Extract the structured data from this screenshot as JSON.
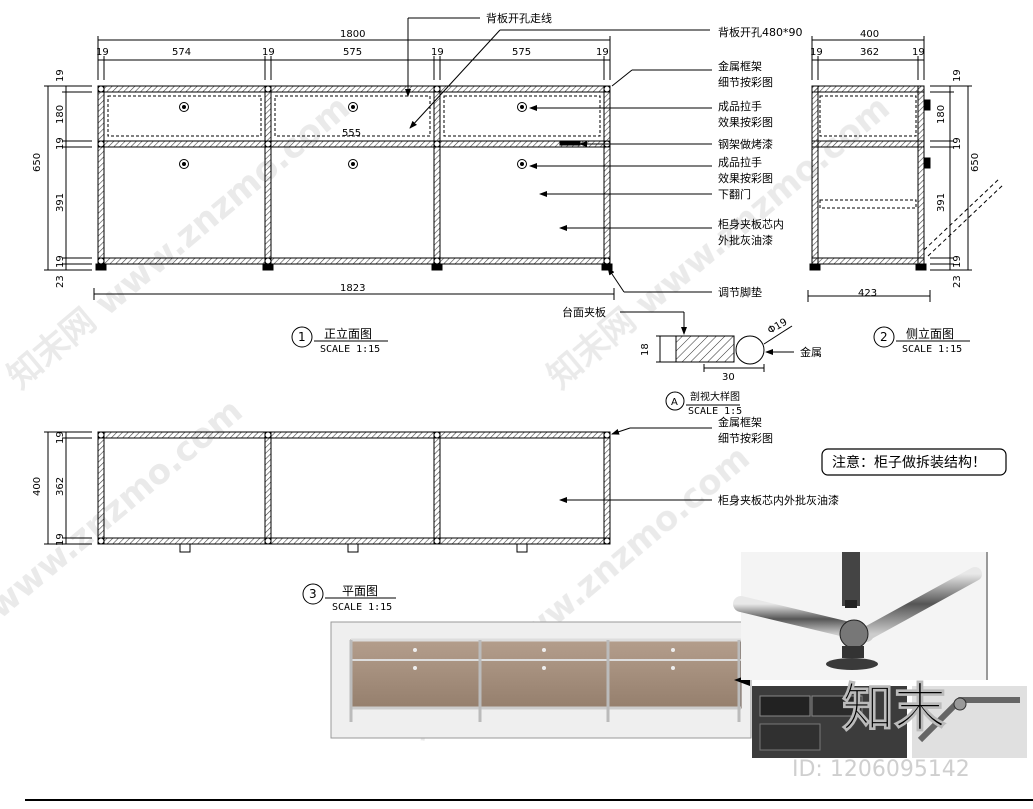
{
  "front": {
    "dims_top": {
      "total": "1800",
      "a": "19",
      "b": "574",
      "c": "19",
      "d": "575",
      "e": "19",
      "f": "575",
      "g": "19"
    },
    "dims_left": {
      "total": "650",
      "a": "19",
      "b": "180",
      "c": "19",
      "d": "391",
      "e": "19",
      "f": "23"
    },
    "dim_bottom": "1823",
    "dim_inner": "555",
    "title": {
      "num": "1",
      "name": "正立面图",
      "scale": "SCALE 1:15"
    }
  },
  "side": {
    "dims_top": {
      "total": "400",
      "a": "19",
      "b": "362",
      "c": "19"
    },
    "dims_right": {
      "total": "650",
      "a": "19",
      "b": "180",
      "c": "19",
      "d": "391",
      "e": "19",
      "f": "23"
    },
    "dim_bottom": "423",
    "title": {
      "num": "2",
      "name": "侧立面图",
      "scale": "SCALE 1:15"
    }
  },
  "plan": {
    "dims_left": {
      "total": "400",
      "a": "19",
      "b": "362",
      "c": "19"
    },
    "title": {
      "num": "3",
      "name": "平面图",
      "scale": "SCALE 1:15"
    }
  },
  "detail": {
    "label_top": "台面夹板",
    "label_metal": "金属",
    "dim_dia": "Φ19",
    "dim_h": "18",
    "dim_w": "30",
    "title": {
      "num": "A",
      "name": "剖视大样图",
      "scale": "SCALE 1:5"
    }
  },
  "annotations": {
    "back_hole_wire": "背板开孔走线",
    "back_hole_size": "背板开孔480*90",
    "metal_frame_1": "金属框架",
    "metal_frame_2": "细节按彩图",
    "handle_1a": "成品拉手",
    "handle_1b": "效果按彩图",
    "steel_paint": "钢架做烤漆",
    "handle_2a": "成品拉手",
    "handle_2b": "效果按彩图",
    "flap_door": "下翻门",
    "body_1": "柜身夹板芯内",
    "body_2": "外批灰油漆",
    "foot_pad": "调节脚垫",
    "plan_frame_1": "金属框架",
    "plan_frame_2": "细节按彩图",
    "plan_body": "柜身夹板芯内外批灰油漆"
  },
  "note": "注意：柜子做拆装结构！",
  "watermark": "知末",
  "id_text": "ID: 1206095142",
  "colors": {
    "line": "#000000",
    "hatch": "#555555",
    "photo_cabinet": "#a08a78",
    "photo_bg": "#ececec",
    "arrow_red": "#d81e1e"
  }
}
